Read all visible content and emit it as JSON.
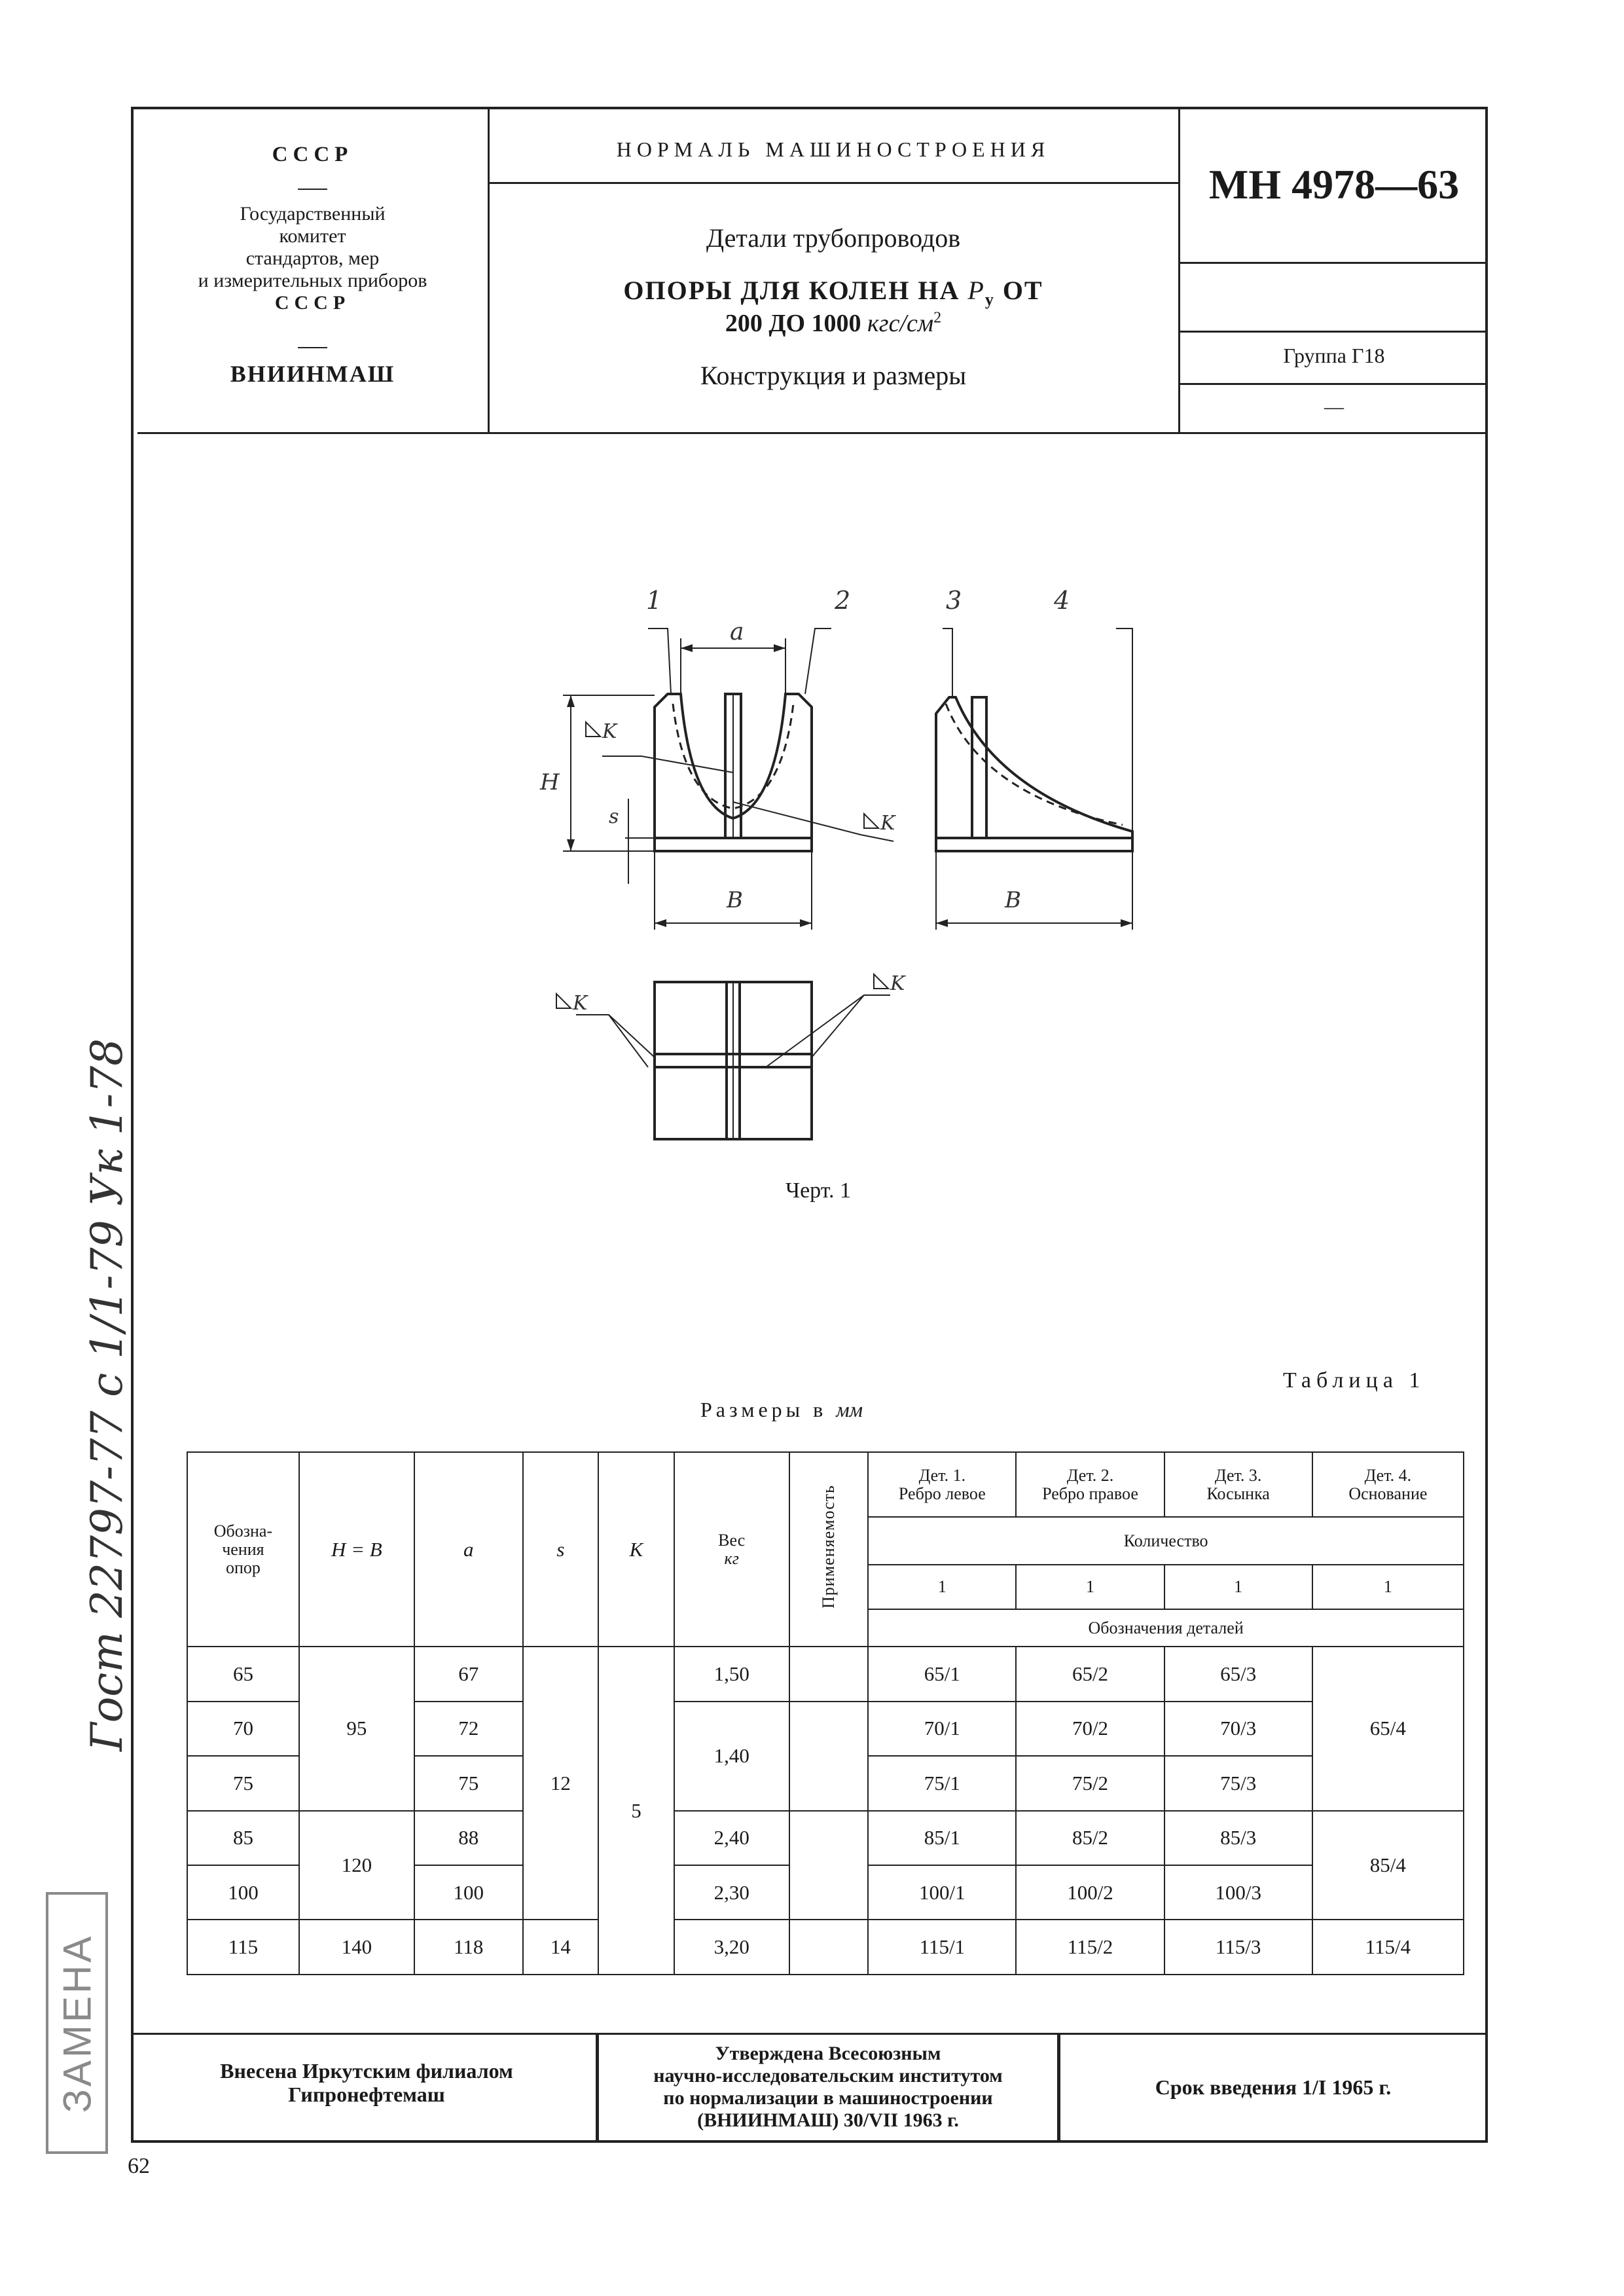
{
  "header": {
    "org_ussr": "СССР",
    "org_committee": [
      "Государственный",
      "комитет",
      "стандартов, мер",
      "и измерительных приборов",
      "СССР"
    ],
    "org_vniinmash": "ВНИИНМАШ",
    "normal_title": "НОРМАЛЬ МАШИНОСТРОЕНИЯ",
    "subject": "Детали трубопроводов",
    "title_line1": "ОПОРЫ ДЛЯ КОЛЕН НА",
    "title_p": "P",
    "title_sub": "у",
    "title_ot": "ОТ",
    "title_line2": "200 ДО 1000",
    "title_unit": "кгс/см",
    "title_sup": "2",
    "subtitle": "Конструкция и размеры",
    "doc_number": "МН 4978—63",
    "group": "Группа Г18",
    "dash": "—"
  },
  "drawing": {
    "callout_1": "1",
    "callout_2": "2",
    "callout_3": "3",
    "callout_4": "4",
    "dim_a": "a",
    "dim_H": "H",
    "dim_s": "s",
    "dim_B_left": "B",
    "dim_B_right": "B",
    "weld_K": "K",
    "caption": "Черт. 1"
  },
  "table": {
    "label": "Таблица 1",
    "units_label": "Размеры в",
    "units_value": "мм",
    "headers": {
      "designation": [
        "Обозна-",
        "чения",
        "опор"
      ],
      "hb": "H = B",
      "a": "a",
      "s": "s",
      "k": "K",
      "weight": [
        "Вес",
        "кг"
      ],
      "applicability": "Применяемость",
      "det1": [
        "Дет. 1.",
        "Ребро левое"
      ],
      "det2": [
        "Дет. 2.",
        "Ребро правое"
      ],
      "det3": [
        "Дет. 3.",
        "Косынка"
      ],
      "det4": [
        "Дет. 4.",
        "Основание"
      ],
      "quantity": "Количество",
      "qty": [
        "1",
        "1",
        "1",
        "1"
      ],
      "part_designations": "Обозначения деталей"
    },
    "rows": [
      {
        "designation": "65",
        "a": "67",
        "det1": "65/1",
        "det2": "65/2",
        "det3": "65/3"
      },
      {
        "designation": "70",
        "a": "72",
        "det1": "70/1",
        "det2": "70/2",
        "det3": "70/3"
      },
      {
        "designation": "75",
        "a": "75",
        "det1": "75/1",
        "det2": "75/2",
        "det3": "75/3"
      },
      {
        "designation": "85",
        "a": "88",
        "det1": "85/1",
        "det2": "85/2",
        "det3": "85/3"
      },
      {
        "designation": "100",
        "a": "100",
        "det1": "100/1",
        "det2": "100/2",
        "det3": "100/3"
      },
      {
        "designation": "115",
        "a": "118",
        "det1": "115/1",
        "det2": "115/2",
        "det3": "115/3"
      }
    ],
    "merged": {
      "hb_95": "95",
      "hb_120": "120",
      "hb_140": "140",
      "s_12": "12",
      "s_14": "14",
      "k_5": "5",
      "w_150": "1,50",
      "w_140": "1,40",
      "w_240": "2,40",
      "w_230": "2,30",
      "w_320": "3,20",
      "det4_654": "65/4",
      "det4_854": "85/4",
      "det4_1154": "115/4"
    }
  },
  "footer": {
    "introduced": [
      "Внесена Иркутским филиалом",
      "Гипронефтемаш"
    ],
    "approved": [
      "Утверждена Всесоюзным",
      "научно-исследовательским институтом",
      "по нормализации в машиностроении",
      "(ВНИИНМАШ) 30/VII 1963 г."
    ],
    "effective": "Срок введения 1/I 1965 г."
  },
  "page_number": "62",
  "margin": {
    "stamp": "ЗАМЕНА",
    "handwriting": "Гост 22797-77 с 1/1-79 Ук 1-78"
  }
}
